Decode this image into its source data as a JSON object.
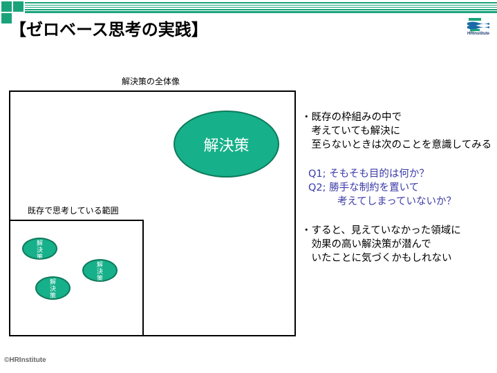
{
  "header": {
    "title": "【ゼロベース思考の実践】",
    "logo_text": "HRInstitute",
    "accent_color": "#1aa37a"
  },
  "diagram": {
    "outer_caption": "解決策の全体像",
    "inner_caption": "既存で思考している範囲",
    "big_solution_label": "解決策",
    "small_solution_label": "解決策",
    "ellipse_fill": "#16b08a",
    "ellipse_border": "#0d7a5a"
  },
  "notes": {
    "p1_line1": "・既存の枠組みの中で",
    "p1_line2": "　考えていても解決に",
    "p1_line3": "　至らないときは次のことを意識してみる",
    "q1": "Q1;  そもそも目的は何か？",
    "q2_line1": "Q2;  勝手な制約を置いて",
    "q2_line2": "考えてしまっていないか？",
    "p2_line1": "・すると、見えていなかった領域に",
    "p2_line2": "　効果の高い解決策が潜んで",
    "p2_line3": "　いたことに気づくかもしれない",
    "question_color": "#3a3aa8"
  },
  "footer": {
    "copyright": "©HRInstitute"
  }
}
